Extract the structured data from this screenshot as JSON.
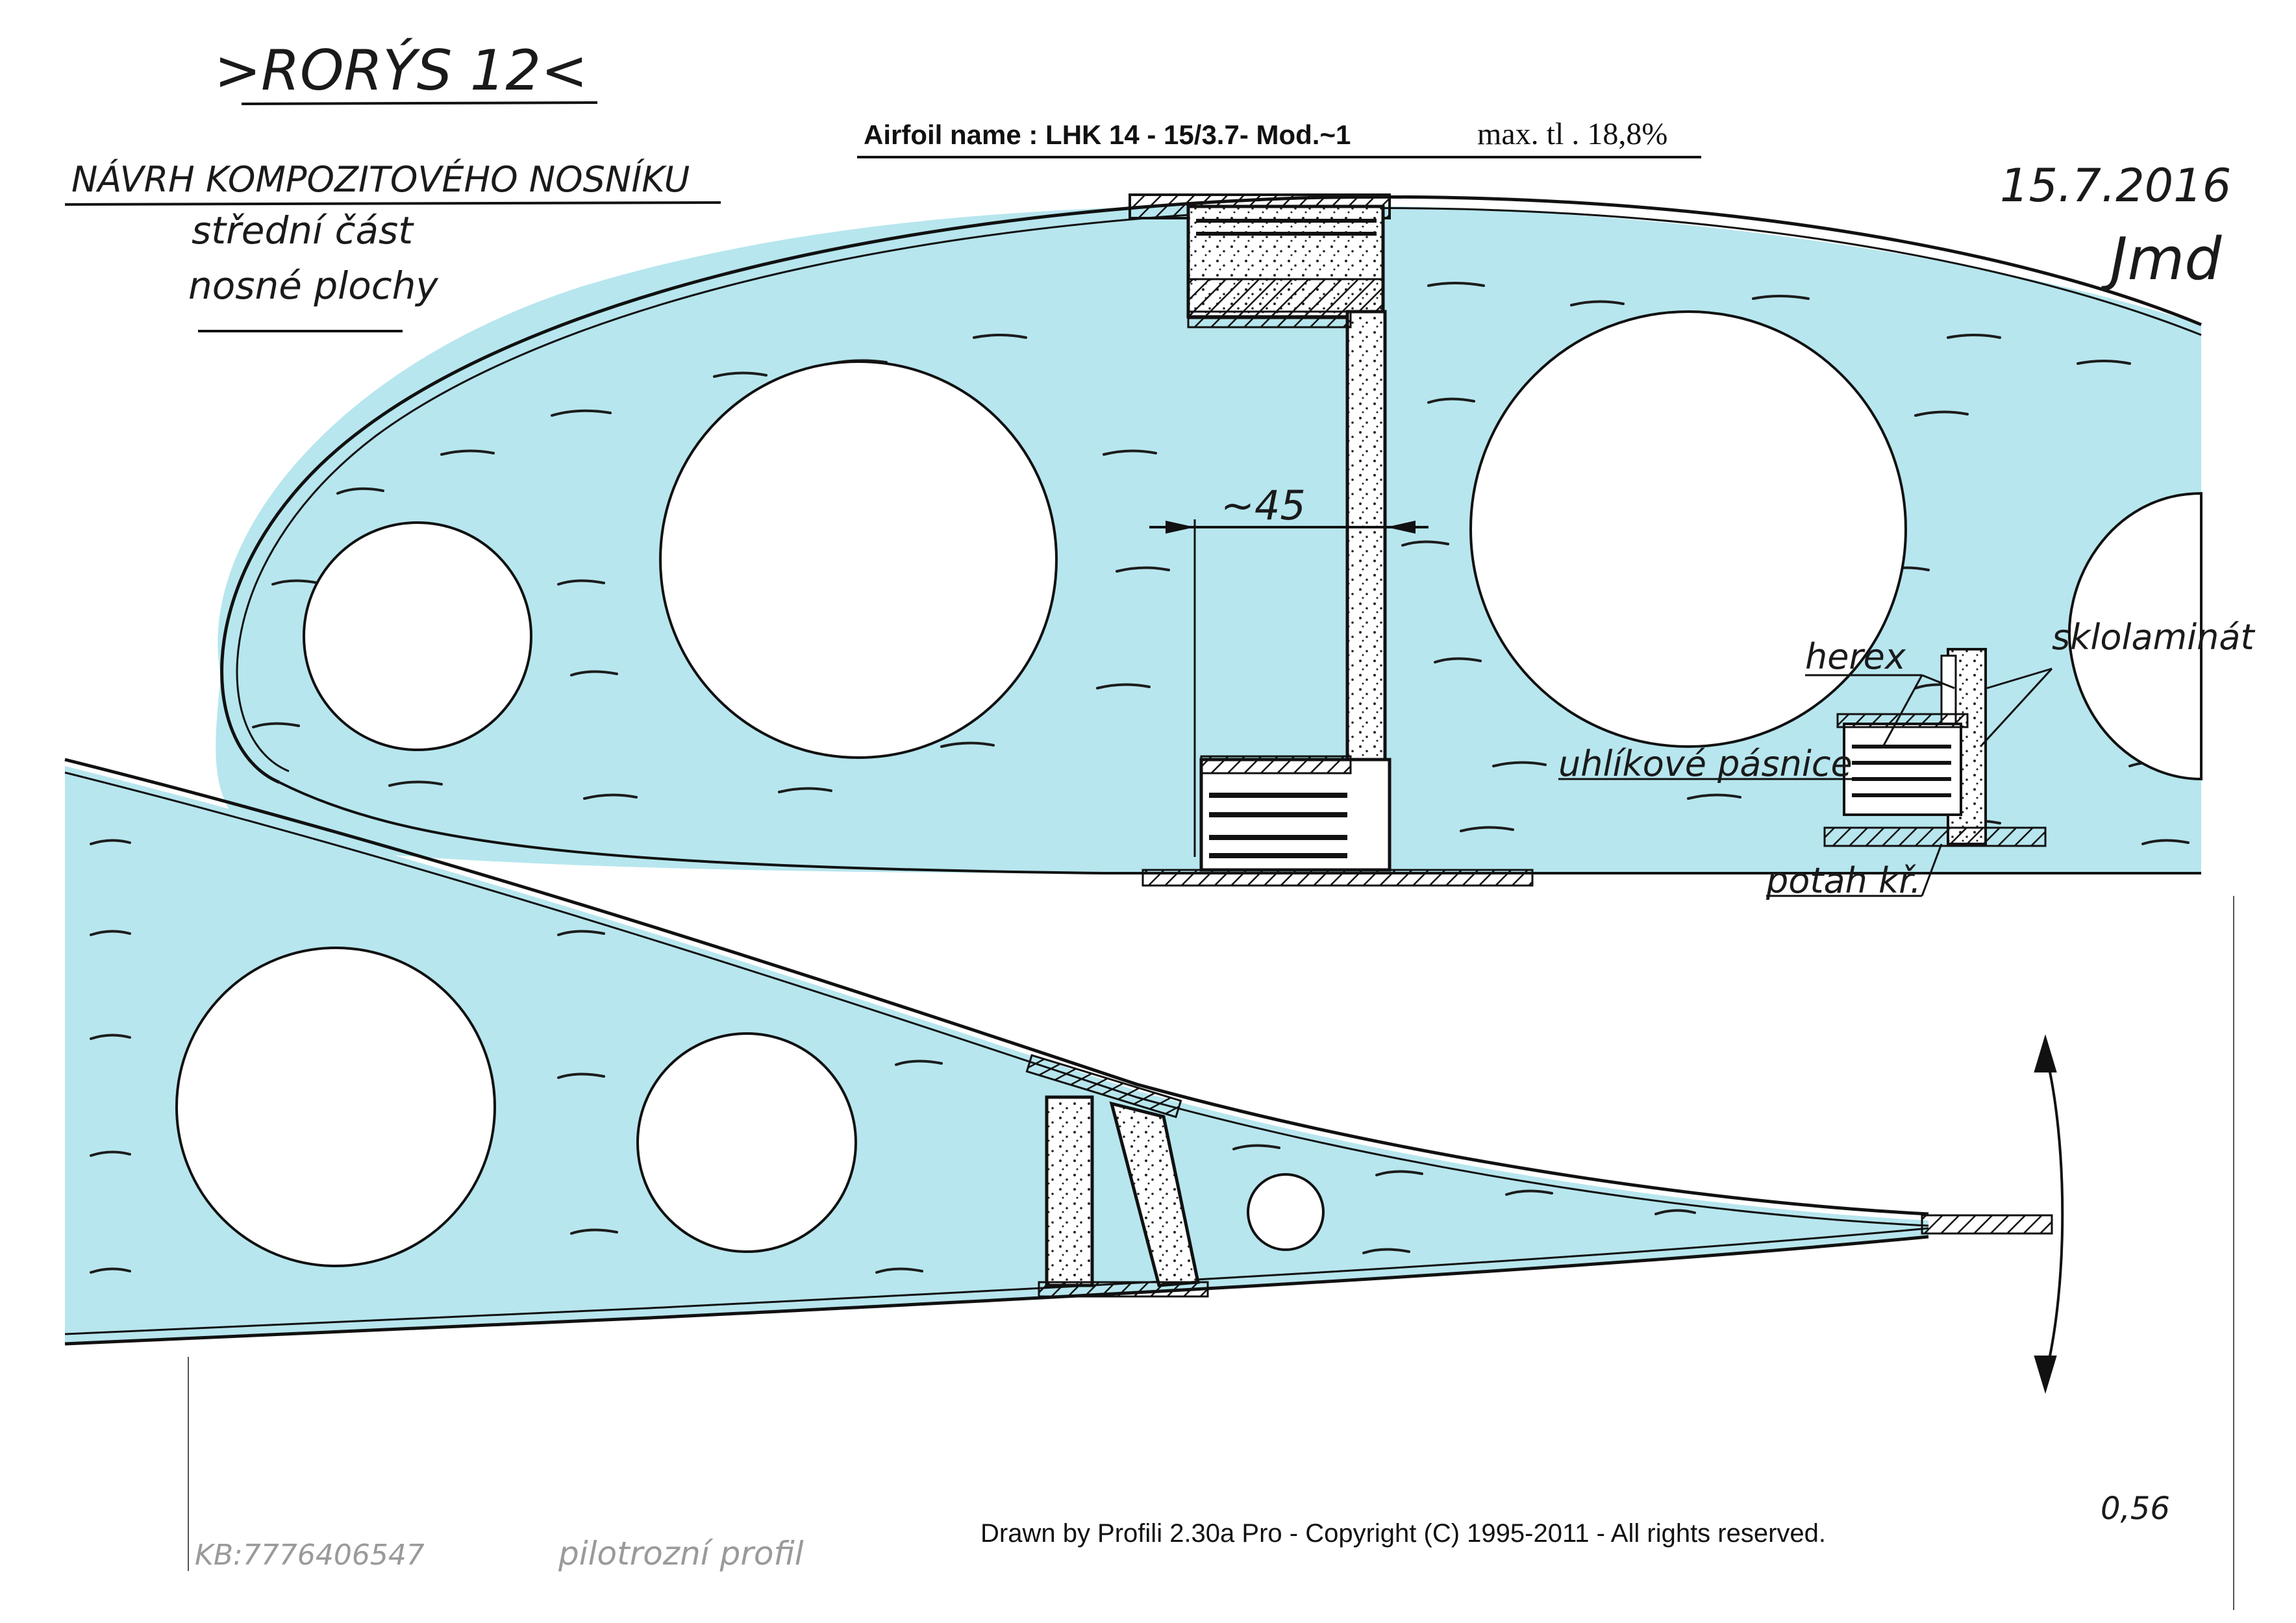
{
  "header": {
    "title": ">RORÝS 12<",
    "subtitle": "NÁVRH KOMPOZITOVÉHO NOSNÍKU",
    "note_line1": "střední část",
    "note_line2": "nosné plochy",
    "airfoil_label": "Airfoil name : LHK  14 - 15/3.7- Mod.~1",
    "max_thickness": "max. tl . 18,8%",
    "date": "15.7.2016",
    "signature": "Jmd"
  },
  "dimension": {
    "label": "~45"
  },
  "callouts": {
    "herex": "herex",
    "sklolaminat": "sklolaminát",
    "uhlikove_pasnice": "uhlíkové pásnice",
    "potah": "potah kř."
  },
  "footer": {
    "credit": "Drawn by Profili 2.30a Pro - Copyright (C) 1995-2011 - All rights reserved.",
    "code": "KB:7776406547",
    "stamp": "pilotrozní profil",
    "scale": "0,56"
  },
  "colors": {
    "fill": "#b7e6ee",
    "ink": "#111111",
    "paper": "#ffffff"
  }
}
